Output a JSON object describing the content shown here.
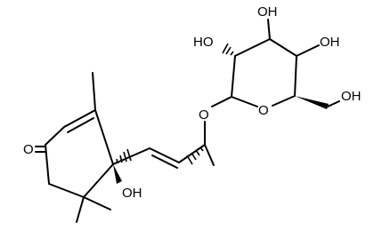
{
  "molecule": {
    "atom_labels": {
      "ketone_o": "O",
      "hydroxyl_ring": "OH",
      "glycosidic_o": "O",
      "ring_o": "O",
      "sugar_oh_2": "HO",
      "sugar_oh_3": "OH",
      "sugar_oh_4": "OH",
      "ch2_oh": "OH"
    }
  },
  "colors": {
    "bond": "#000000",
    "text": "#000000",
    "background": "#ffffff"
  }
}
